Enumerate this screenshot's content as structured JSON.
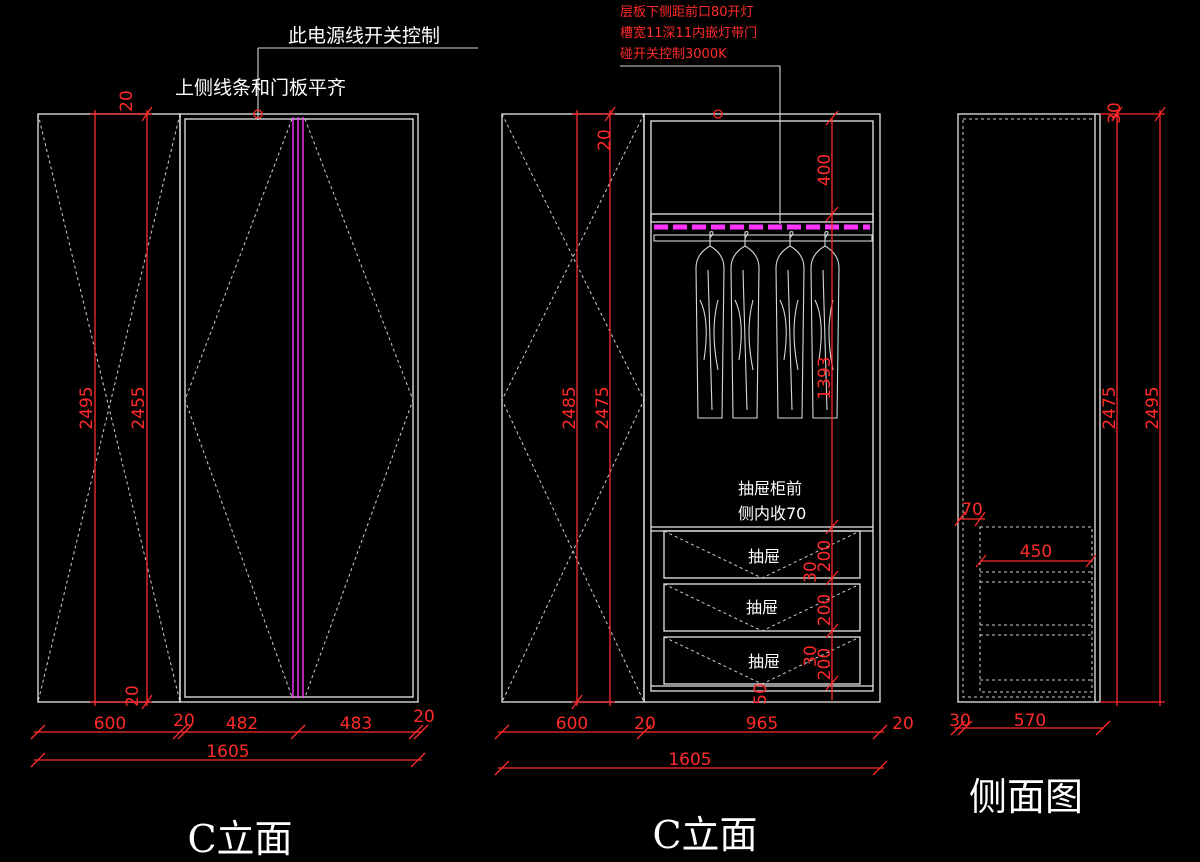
{
  "views": {
    "left": {
      "title": "C立面",
      "note_top": "此电源线开关控制",
      "note_sub": "上侧线条和门板平齐",
      "dims": {
        "outer_height": "2495",
        "inner_height": "2455",
        "top_gap": "20",
        "bottom_gap": "20",
        "w_side": "600",
        "w_gap_left": "20",
        "w_door1": "482",
        "w_door2": "483",
        "w_gap_right": "20",
        "w_total": "1605"
      }
    },
    "middle": {
      "title": "C立面",
      "note_red": [
        "层板下侧距前口80开灯",
        "槽宽11深11内嵌灯带门",
        "碰开关控制3000K"
      ],
      "note_drawer": [
        "抽屉柜前",
        "侧内收70"
      ],
      "drawer_labels": [
        "抽屉",
        "抽屉",
        "抽屉"
      ],
      "dims": {
        "outer_height": "2485",
        "inner_height": "2475",
        "top_gap": "20",
        "shelf_space": "400",
        "hang_space": "1393",
        "drawer_h1": "200",
        "drawer_h2": "200",
        "drawer_h3": "200",
        "drawer_gap1": "30",
        "drawer_gap2": "30",
        "bottom_gap": "50",
        "w_side": "600",
        "w_gap_left": "20",
        "w_inner": "965",
        "w_gap_right": "20",
        "w_total": "1605"
      }
    },
    "side": {
      "title": "侧面图",
      "dims": {
        "top_gap": "30",
        "inner_height": "2475",
        "outer_height": "2495",
        "setback": "70",
        "drawer_depth": "450",
        "w_left": "30",
        "w_depth": "570"
      }
    }
  },
  "colors": {
    "background": "#000000",
    "dimension": "#ff2a2a",
    "outline": "#e8e8e8",
    "led_strip": "#ff33ff"
  }
}
